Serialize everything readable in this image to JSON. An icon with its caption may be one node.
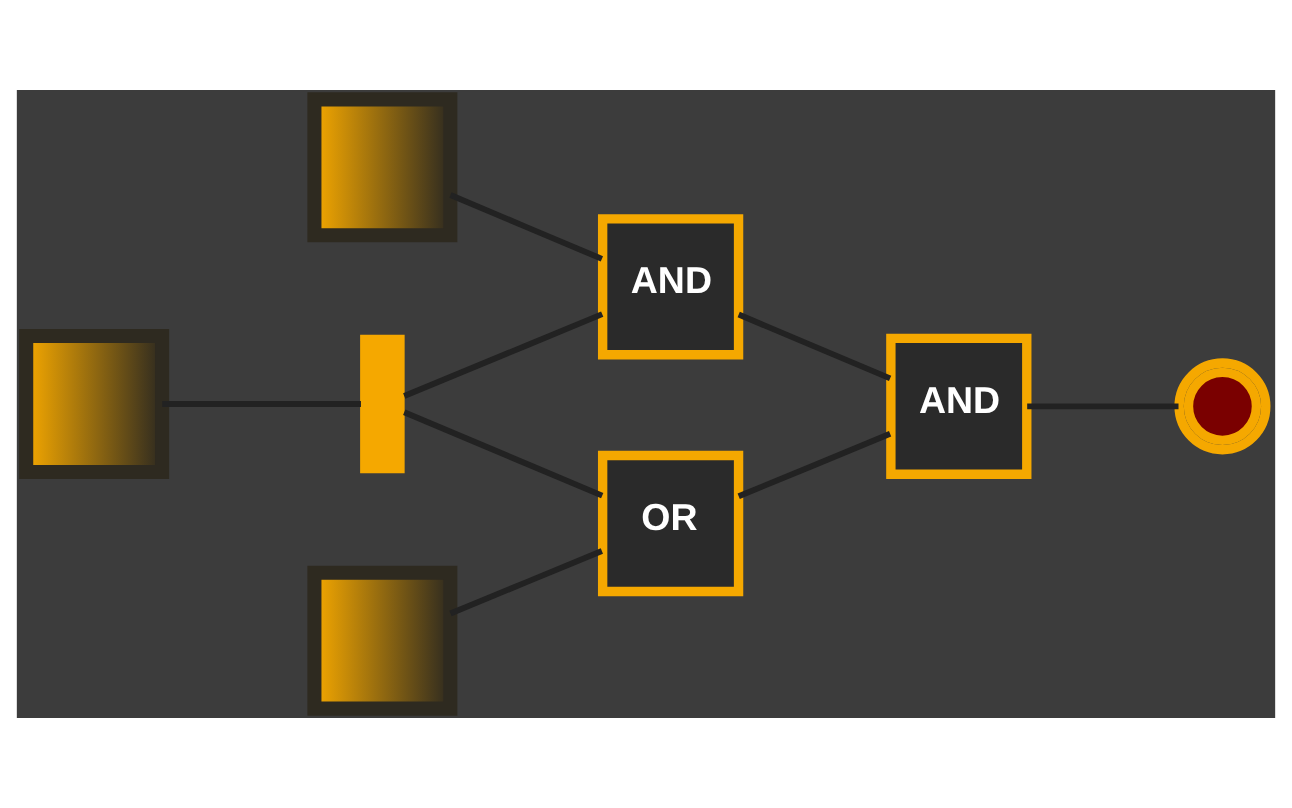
{
  "diagram": {
    "nodes": [
      {
        "text": [],
        "shape": "switch"
      },
      {
        "text": [],
        "shape": "switch"
      },
      {
        "text": [],
        "shape": "switch"
      },
      {
        "text": [],
        "shape": "bar"
      },
      {
        "text": [
          "AND"
        ]
      },
      {
        "text": [
          "OR"
        ]
      },
      {
        "text": [
          "AND"
        ]
      },
      {
        "text": [],
        "shape": "circle"
      }
    ],
    "edges": [
      {
        "from": 0,
        "to": 4,
        "arrow": "none"
      },
      {
        "from": 1,
        "to": 3,
        "arrow": "none"
      },
      {
        "from": 3,
        "to": 4,
        "arrow": "none"
      },
      {
        "from": 3,
        "to": 5,
        "arrow": "none"
      },
      {
        "from": 2,
        "to": 5,
        "arrow": "none"
      },
      {
        "from": 4,
        "to": 6,
        "arrow": "none"
      },
      {
        "from": 5,
        "to": 6,
        "arrow": "none"
      },
      {
        "from": 6,
        "to": 7,
        "arrow": "none"
      }
    ]
  }
}
